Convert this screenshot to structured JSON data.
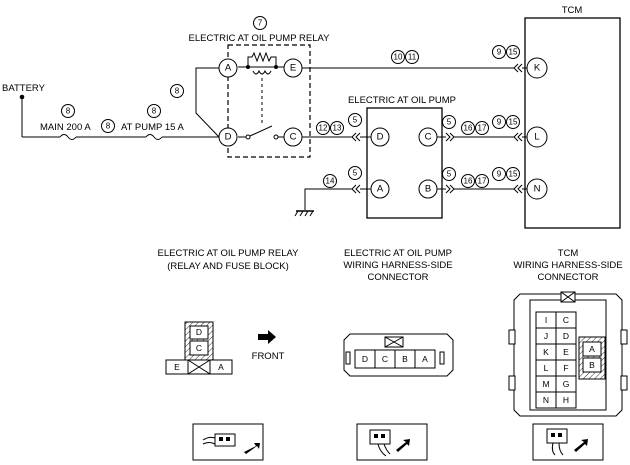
{
  "labels": {
    "tcm": "TCM",
    "relay": "ELECTRIC AT OIL PUMP RELAY",
    "pump": "ELECTRIC AT OIL PUMP",
    "battery": "BATTERY",
    "main_fuse": "MAIN 200 A",
    "pump_fuse": "AT PUMP 15 A",
    "front": "FRONT"
  },
  "callouts": {
    "relay_ref": "7",
    "relay_side": "8",
    "battery_fuse": "8",
    "fuse_mid": "8",
    "pump_fuse": "8",
    "top_a": "10",
    "top_b": "11",
    "tcm_k_a": "9",
    "tcm_k_b": "15",
    "mid_a": "12",
    "mid_b": "13",
    "pump_d": "5",
    "pump_c": "5",
    "pump_c_a": "16",
    "pump_c_b": "17",
    "tcm_l_a": "9",
    "tcm_l_b": "15",
    "ground": "14",
    "pump_a": "5",
    "pump_b": "5",
    "pump_b_a": "16",
    "pump_b_b": "17",
    "tcm_n_a": "9",
    "tcm_n_b": "15"
  },
  "pins": {
    "relay_a": "A",
    "relay_e": "E",
    "relay_d": "D",
    "relay_c": "C",
    "pump_d": "D",
    "pump_c": "C",
    "pump_a": "A",
    "pump_b": "B",
    "tcm_k": "K",
    "tcm_l": "L",
    "tcm_n": "N"
  },
  "connectors": {
    "relay": {
      "title1": "ELECTRIC AT OIL PUMP RELAY",
      "title2": "(RELAY AND FUSE BLOCK)",
      "top": [
        "D",
        "C"
      ],
      "bottom": [
        "E",
        "A"
      ]
    },
    "pump": {
      "title1": "ELECTRIC AT OIL PUMP",
      "title2": "WIRING HARNESS-SIDE",
      "title3": "CONNECTOR",
      "pins": [
        "D",
        "C",
        "B",
        "A"
      ]
    },
    "tcm": {
      "title1": "TCM",
      "title2": "WIRING HARNESS-SIDE",
      "title3": "CONNECTOR",
      "left_col": [
        "I",
        "J",
        "K",
        "L",
        "M",
        "N"
      ],
      "right_col": [
        "C",
        "D",
        "E",
        "F",
        "G",
        "H"
      ],
      "side": [
        "A",
        "B"
      ]
    }
  }
}
